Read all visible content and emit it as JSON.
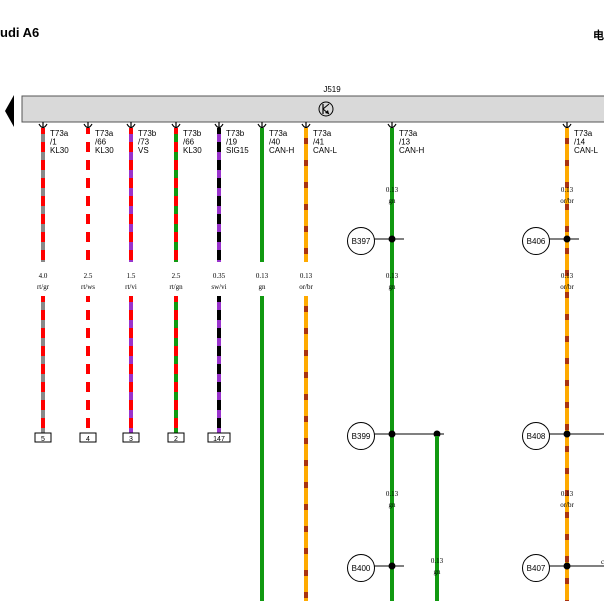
{
  "header": {
    "title": "udi A6",
    "right_title": "电"
  },
  "colors": {
    "rt": "#ff0000",
    "gr": "#888888",
    "ws": "#ffffff",
    "vi": "#9933cc",
    "gn": "#119911",
    "sw": "#000000",
    "or": "#ffaa00",
    "br": "#aa3311",
    "bar": "#d9d9d9"
  },
  "component": {
    "name": "J519",
    "icon": "transistor-icon"
  },
  "wires": [
    {
      "id": "w1",
      "lines": [
        "T73a",
        "/1",
        "KL30"
      ],
      "size": "4.0",
      "color": "rt/gr",
      "c": [
        "rt",
        "gr"
      ],
      "term": "5"
    },
    {
      "id": "w2",
      "lines": [
        "T73a",
        "/66",
        "KL30"
      ],
      "size": "2.5",
      "color": "rt/ws",
      "c": [
        "rt",
        "ws"
      ],
      "term": "4"
    },
    {
      "id": "w3",
      "lines": [
        "T73b",
        "/73",
        "VS"
      ],
      "size": "1.5",
      "color": "rt/vi",
      "c": [
        "rt",
        "vi"
      ],
      "term": "3"
    },
    {
      "id": "w4",
      "lines": [
        "T73b",
        "/66",
        "KL30"
      ],
      "size": "2.5",
      "color": "rt/gn",
      "c": [
        "rt",
        "gn"
      ],
      "term": "2"
    },
    {
      "id": "w5",
      "lines": [
        "T73b",
        "/19",
        "SIG15"
      ],
      "size": "0.35",
      "color": "sw/vi",
      "c": [
        "sw",
        "vi"
      ],
      "term": "147"
    },
    {
      "id": "w6",
      "lines": [
        "T73a",
        "/40",
        "CAN-H"
      ],
      "size": "0.13",
      "color": "gn",
      "c": [
        "gn"
      ],
      "term": ""
    },
    {
      "id": "w7",
      "lines": [
        "T73a",
        "/41",
        "CAN-L"
      ],
      "size": "0.13",
      "color": "or/br",
      "c": [
        "or",
        "br"
      ],
      "term": ""
    },
    {
      "id": "w8",
      "lines": [
        "T73a",
        "/13",
        "CAN-H"
      ],
      "size": "0.13",
      "color": "gn",
      "c": [
        "gn"
      ],
      "term": ""
    },
    {
      "id": "w9",
      "lines": [
        "T73a",
        "/14",
        "CAN-L"
      ],
      "size": "0.13",
      "color": "or/br",
      "c": [
        "or",
        "br"
      ],
      "term": ""
    }
  ],
  "wire_upper_labels": [
    {
      "wire": "w8",
      "size": "0.13",
      "color": "gn"
    },
    {
      "wire": "w9",
      "size": "0.13",
      "color": "or/br"
    }
  ],
  "wire_lower_labels": [
    {
      "wire": "w8",
      "size": "0.13",
      "color": "gn"
    },
    {
      "wire": "w9",
      "size": "0.13",
      "color": "or/br"
    }
  ],
  "branch_label": {
    "size": "0.13",
    "color": "gn"
  },
  "edge_fragment": "c",
  "nodes": [
    {
      "id": "B397",
      "wire": "w8",
      "row": "r1"
    },
    {
      "id": "B406",
      "wire": "w9",
      "row": "r1"
    },
    {
      "id": "B399",
      "wire": "w8",
      "row": "r2"
    },
    {
      "id": "B408",
      "wire": "w9",
      "row": "r2"
    },
    {
      "id": "B400",
      "wire": "w8",
      "row": "r3"
    },
    {
      "id": "B407",
      "wire": "w9",
      "row": "r3"
    }
  ]
}
